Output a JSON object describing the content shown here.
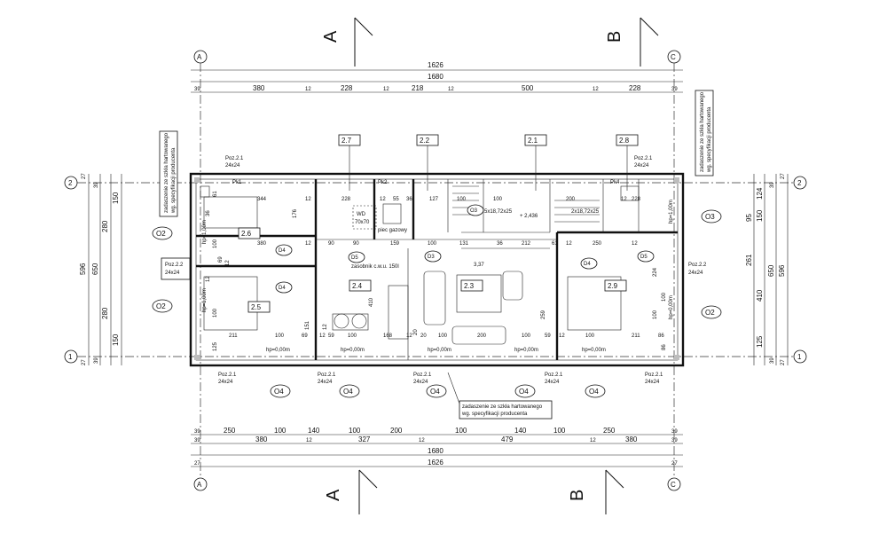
{
  "sections": {
    "a": "A",
    "b": "B"
  },
  "axes": {
    "a": "A",
    "c": "C",
    "one": "1",
    "two": "2"
  },
  "dims_top": {
    "total_1626": "1626",
    "total_1680": "1680",
    "segments": [
      "39",
      "380",
      "12",
      "228",
      "12",
      "218",
      "12",
      "500",
      "12",
      "228",
      "39"
    ]
  },
  "dims_bottom": {
    "row1": [
      "39",
      "250",
      "100",
      "140",
      "100",
      "200",
      "100",
      "140",
      "100",
      "250",
      "39"
    ],
    "row2": [
      "39",
      "380",
      "12",
      "327",
      "12",
      "479",
      "12",
      "380",
      "39"
    ],
    "total_1680": "1680",
    "left_27": "27",
    "right_27": "27",
    "total_1626": "1626"
  },
  "dims_left": {
    "outer": [
      "27",
      "39",
      "150",
      "280",
      "596",
      "650",
      "280",
      "150",
      "39",
      "27"
    ],
    "inner": [
      "125",
      "100",
      "12",
      "100",
      "36",
      "61"
    ]
  },
  "dims_right": {
    "outer": [
      "27",
      "39",
      "124",
      "95",
      "150",
      "261",
      "596",
      "650",
      "410",
      "125",
      "39",
      "27"
    ],
    "inner": [
      "100",
      "86"
    ]
  },
  "rooms": {
    "r26": "2.6",
    "r25": "2.5",
    "r24": "2.4",
    "r23": "2.3",
    "r29": "2.9",
    "r27": "2.7",
    "r22": "2.2",
    "r21": "2.1",
    "r28": "2.8"
  },
  "windows": {
    "o2": "O2",
    "o3": "O3",
    "o4": "O4",
    "d3": "D3",
    "d4": "D4",
    "d5": "D5"
  },
  "lintels": {
    "poz21": "Poz.2.1",
    "poz22": "Poz.2.2",
    "size": "24x24",
    "pk1": "Pk1",
    "pk2": "Pk2",
    "pk4": "Pk4"
  },
  "notes": {
    "roof_1": "zadaszenie ze szkła hartowanego",
    "roof_2": "wg. specyfikacji producenta",
    "gas": "piec gazowy",
    "tank": "zasobnik c.w.u. 150l",
    "vent_1": "WD",
    "vent_2": "70x70",
    "stairs_a": "5x18,72x25",
    "stairs_b": "2x18,72x25",
    "level_stairs": "+ 2,436",
    "level_living": "3,37",
    "hp": "hp=0,00m",
    "hp2": "hp=1,00m"
  },
  "inner_dims": {
    "top_row": [
      "344",
      "12",
      "228",
      "12",
      "55",
      "36",
      "127",
      "100",
      "100",
      "200",
      "12",
      "228"
    ],
    "mid_row": [
      "380",
      "12",
      "90",
      "90",
      "159",
      "100",
      "131",
      "36",
      "212",
      "61",
      "12",
      "250",
      "12"
    ],
    "bottom_row": [
      "211",
      "100",
      "69",
      "12",
      "59",
      "100",
      "168",
      "12",
      "20",
      "100",
      "200",
      "100",
      "59",
      "12",
      "100",
      "211",
      "86"
    ],
    "vertical": [
      "176",
      "410",
      "151",
      "259",
      "224",
      "100",
      "69",
      "12",
      "20",
      "12"
    ]
  }
}
